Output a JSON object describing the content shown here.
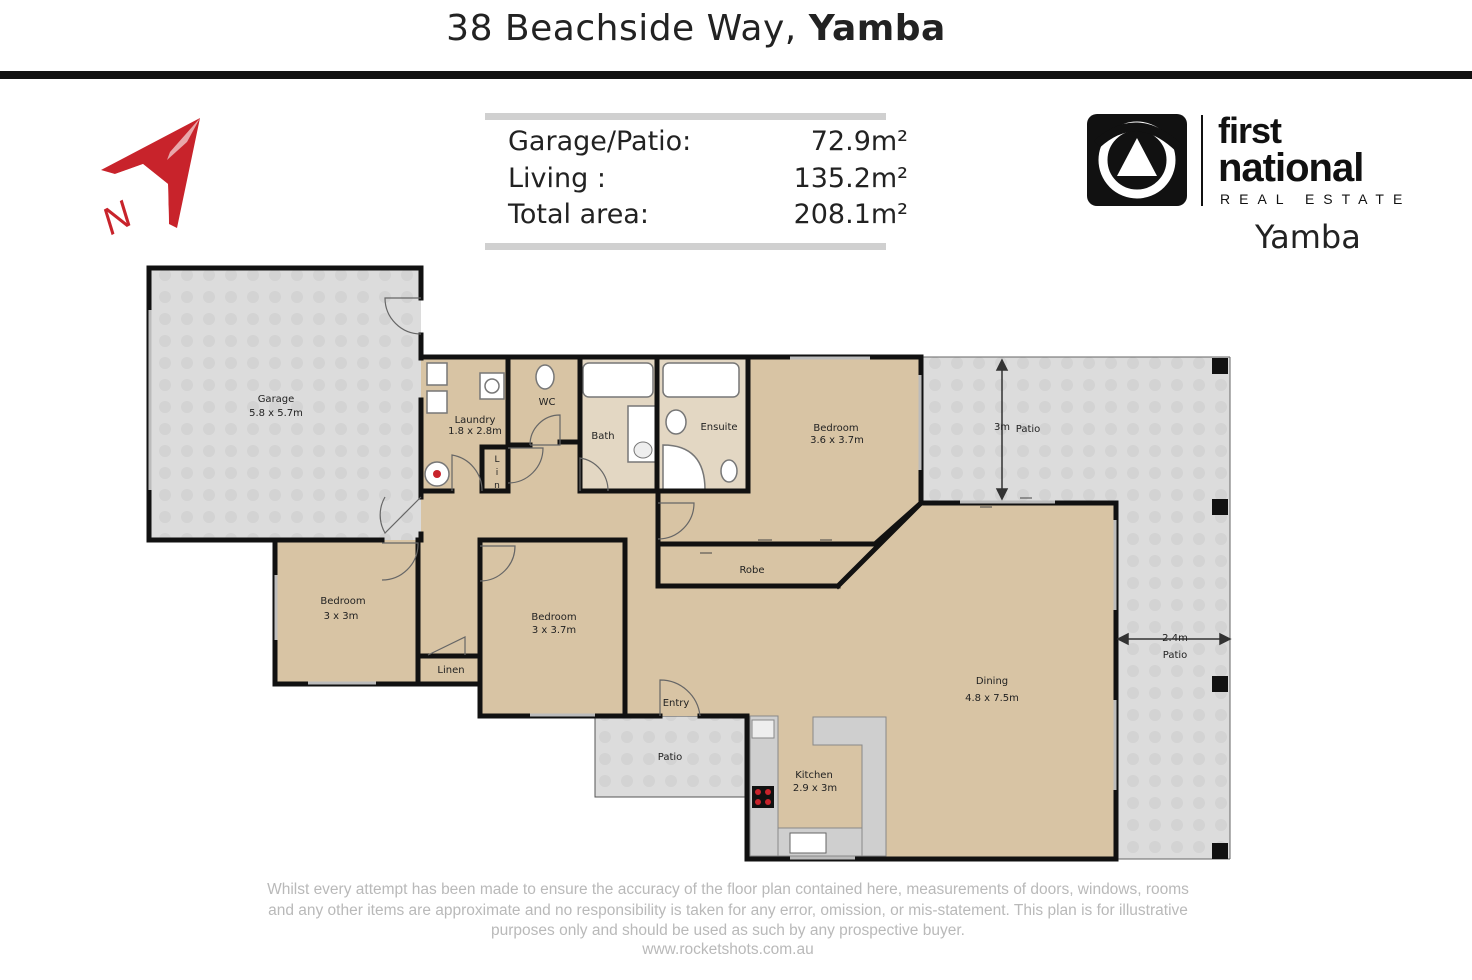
{
  "header": {
    "address_street": "38 Beachside Way, ",
    "address_suburb": "Yamba"
  },
  "areas": [
    {
      "label": "Garage/Patio:",
      "value": "72.9m²"
    },
    {
      "label": "Living  :",
      "value": "135.2m²"
    },
    {
      "label": "Total area:",
      "value": "208.1m²"
    }
  ],
  "compass": {
    "north_letter": "N"
  },
  "logo": {
    "word1": "first",
    "word2": "national",
    "word3": "REAL ESTATE",
    "office": "Yamba"
  },
  "rooms": {
    "garage": {
      "name": "Garage",
      "dims": "5.8 x 5.7m"
    },
    "laundry": {
      "name": "Laundry",
      "dims": "1.8 x 2.8m"
    },
    "wc": {
      "name": "WC"
    },
    "bath": {
      "name": "Bath"
    },
    "ensuite": {
      "name": "Ensuite"
    },
    "bedroom_main": {
      "name": "Bedroom",
      "dims": "3.6 x 3.7m"
    },
    "patio_top": {
      "name": "Patio",
      "dim_label": "3m"
    },
    "lin_letters": [
      "L",
      "i",
      "n"
    ],
    "robe": {
      "name": "Robe"
    },
    "bedroom_left": {
      "name": "Bedroom",
      "dims": "3 x 3m"
    },
    "bedroom_mid": {
      "name": "Bedroom",
      "dims": "3 x 3.7m"
    },
    "linen": {
      "name": "Linen"
    },
    "entry": {
      "name": "Entry"
    },
    "patio_front": {
      "name": "Patio"
    },
    "kitchen": {
      "name": "Kitchen",
      "dims": "2.9 x 3m"
    },
    "dining": {
      "name": "Dining",
      "dims": "4.8 x 7.5m"
    },
    "patio_side": {
      "name": "Patio",
      "dim_label": "2.4m"
    }
  },
  "footer": {
    "disclaimer_1": "Whilst every attempt has been made to ensure the accuracy of the floor plan contained here, measurements of doors, windows, rooms",
    "disclaimer_2": "and any other items are approximate and no responsibility is taken for any error, omission, or mis-statement. This plan is for illustrative",
    "disclaimer_3": "purposes only and should be used as such by any prospective buyer.",
    "website": "www.rocketshots.com.au"
  },
  "colors": {
    "floor": "#d8c4a4",
    "paving": "#dcdcdc",
    "wall": "#111111",
    "compass_red": "#c8232b",
    "disclaimer_text": "#b9b9b9"
  }
}
